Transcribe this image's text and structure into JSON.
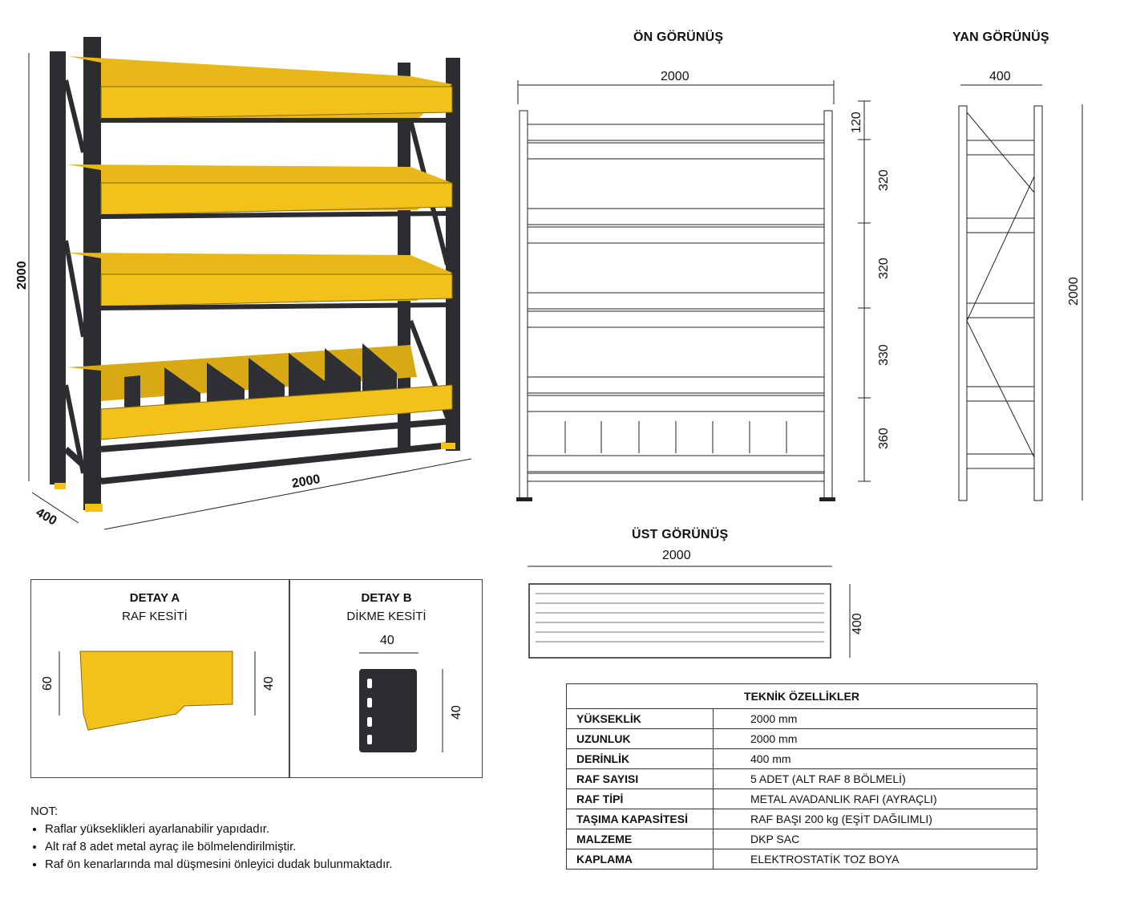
{
  "views": {
    "front_title": "ÖN GÖRÜNÜŞ",
    "side_title": "YAN GÖRÜNÜŞ",
    "top_title": "ÜST GÖRÜNÜŞ"
  },
  "iso": {
    "height": "2000",
    "width": "2000",
    "depth": "400"
  },
  "front": {
    "width": "2000",
    "dims": [
      "120",
      "320",
      "320",
      "330",
      "360"
    ]
  },
  "side": {
    "width": "400",
    "height": "2000"
  },
  "top": {
    "width": "2000",
    "depth": "400"
  },
  "detail_a": {
    "title": "DETAY A",
    "subtitle": "RAF KESİTİ",
    "left_dim": "60",
    "right_dim": "40"
  },
  "detail_b": {
    "title": "DETAY B",
    "subtitle": "DİKME KESİTİ",
    "top_dim": "40",
    "right_dim": "40"
  },
  "notes": {
    "heading": "NOT:",
    "items": [
      "Raflar yükseklikleri ayarlanabilir yapıdadır.",
      "Alt raf 8 adet metal ayraç ile bölmelendirilmiştir.",
      "Raf ön kenarlarında mal düşmesini önleyici dudak bulunmaktadır."
    ]
  },
  "specs": {
    "title": "TEKNİK ÖZELLİKLER",
    "rows": [
      {
        "key": "YÜKSEKLİK",
        "value": "2000 mm"
      },
      {
        "key": "UZUNLUK",
        "value": "2000 mm"
      },
      {
        "key": "DERİNLİK",
        "value": "400 mm"
      },
      {
        "key": "RAF SAYISI",
        "value": "5 ADET (ALT RAF 8 BÖLMELİ)"
      },
      {
        "key": "RAF TİPİ",
        "value": "METAL AVADANLIK RAFI (AYRAÇLI)"
      },
      {
        "key": "TAŞIMA KAPASİTESİ",
        "value": "RAF BAŞI 200 kg (EŞİT DAĞILIMLI)"
      },
      {
        "key": "MALZEME",
        "value": "DKP SAC"
      },
      {
        "key": "KAPLAMA",
        "value": "ELEKTROSTATİK TOZ BOYA"
      }
    ]
  },
  "colors": {
    "shelf_yellow": "#f2c21b",
    "frame_dark": "#2b2d31",
    "line": "#222222"
  }
}
